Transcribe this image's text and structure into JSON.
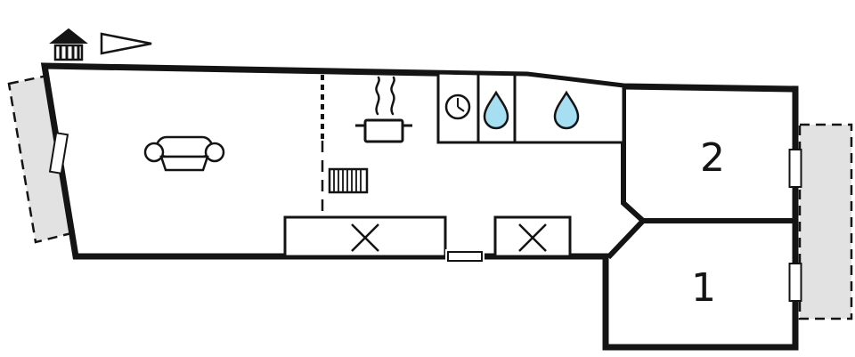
{
  "plan": {
    "type": "apartment-floor-plan",
    "rooms": {
      "room1": "1",
      "room2": "2"
    },
    "colors": {
      "wall": "#141414",
      "water": "#a6def2",
      "terrace": "#e2e2e2",
      "paper": "#ffffff"
    },
    "icons": {
      "house": "house-icon",
      "pennant": "pennant-icon",
      "sofa": "sofa-icon",
      "pot": "stove-pot-icon",
      "steam": "steam-icon",
      "clock": "clock-icon",
      "water_drop": "water-drop-icon",
      "radiator": "radiator-icon",
      "crossed_box": "crossed-box-icon",
      "window": "window-marker",
      "door": "door-marker"
    }
  }
}
